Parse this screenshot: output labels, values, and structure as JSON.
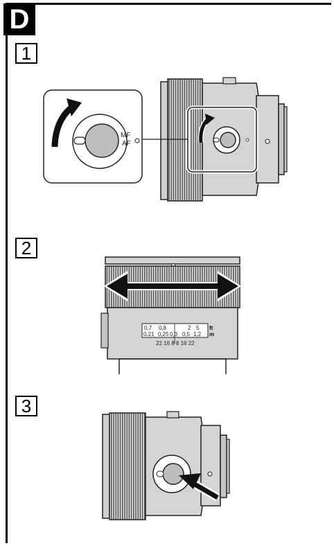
{
  "section_badge": "D",
  "steps": [
    {
      "number": "1"
    },
    {
      "number": "2"
    },
    {
      "number": "3"
    }
  ],
  "focus_switch": {
    "mode_top": "MF",
    "mode_bottom": "AF"
  },
  "distance_scale": {
    "ft_row": [
      "0,7",
      "0,8",
      "2",
      "5"
    ],
    "m_row": [
      "0,21",
      "0,25",
      "0,3",
      "0,5",
      "1,2"
    ],
    "dof_row": "22 16 8   8 16 22",
    "unit_ft": "ft",
    "unit_m": "m"
  },
  "colors": {
    "lens_body": "#d4d4d4",
    "lens_dark": "#9a9a9a",
    "switch_face": "#bdbdbd",
    "line": "#222222"
  }
}
